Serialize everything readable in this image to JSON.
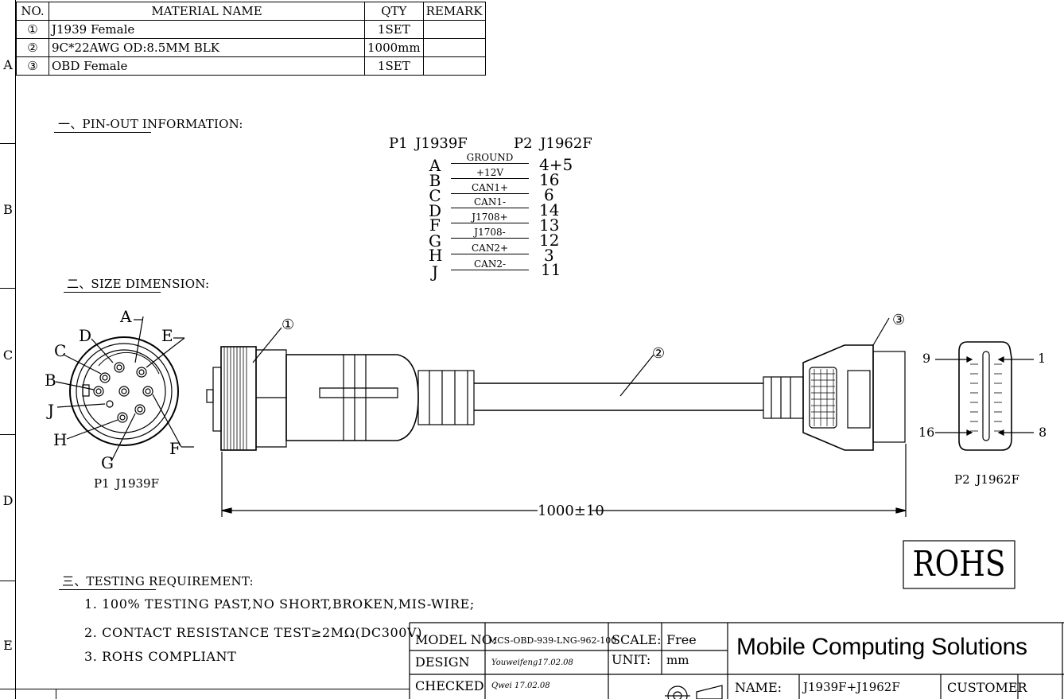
{
  "bom": {
    "headers": [
      "NO.",
      "MATERIAL NAME",
      "QTY",
      "REMARK"
    ],
    "rows": [
      {
        "no": "①",
        "name": "J1939 Female",
        "qty": "1SET",
        "remark": ""
      },
      {
        "no": "②",
        "name": "9C*22AWG OD:8.5MM BLK",
        "qty": "1000mm",
        "remark": ""
      },
      {
        "no": "③",
        "name": "OBD Female",
        "qty": "1SET",
        "remark": ""
      }
    ]
  },
  "zones": [
    "A",
    "B",
    "C",
    "D",
    "E"
  ],
  "pinout": {
    "heading": "一、PIN-OUT INFORMATION:",
    "p1_title": "P1 J1939F",
    "p2_title": "P2 J1962F",
    "rows": [
      {
        "p1": "A",
        "signal": "GROUND",
        "p2": "4+5"
      },
      {
        "p1": "B",
        "signal": "+12V",
        "p2": "16"
      },
      {
        "p1": "C",
        "signal": "CAN1+",
        "p2": "6"
      },
      {
        "p1": "D",
        "signal": "CAN1-",
        "p2": "14"
      },
      {
        "p1": "F",
        "signal": "J1708+",
        "p2": "13"
      },
      {
        "p1": "G",
        "signal": "J1708-",
        "p2": "12"
      },
      {
        "p1": "H",
        "signal": "CAN2+",
        "p2": "3"
      },
      {
        "p1": "J",
        "signal": "CAN2-",
        "p2": "11"
      }
    ]
  },
  "size": {
    "heading": "二、SIZE DIMENSION:",
    "p1_labels": {
      "A": "A",
      "B": "B",
      "C": "C",
      "D": "D",
      "E": "E",
      "F": "F",
      "G": "G",
      "H": "H",
      "J": "J"
    },
    "p1_caption": "P1 J1939F",
    "p2_caption": "P2 J1962F",
    "p2_pins": {
      "tl": "9",
      "tr": "1",
      "bl": "16",
      "br": "8"
    },
    "callouts": {
      "c1": "①",
      "c2": "②",
      "c3": "③"
    },
    "dimension": "1000±10"
  },
  "rohs": "ROHS",
  "testing": {
    "heading": "三、TESTING REQUIREMENT:",
    "items": [
      "1. 100% TESTING PAST,NO SHORT,BROKEN,MIS-WIRE;",
      "2. CONTACT RESISTANCE TEST≥2MΩ(DC300V)",
      "3. ROHS COMPLIANT"
    ]
  },
  "titleblock": {
    "model_label": "MODEL NO:",
    "model_value": "MCS-OBD-939-LNG-962-100",
    "scale_label": "SCALE:",
    "scale_value": "Free",
    "design_label": "DESIGN",
    "design_sign": "Youweifeng17.02.08",
    "unit_label": "UNIT:",
    "unit_value": "mm",
    "checked_label": "CHECKED",
    "checked_sign": "Qwei 17.02.08",
    "company": "Mobile Computing Solutions",
    "name_label": "NAME:",
    "name_value": "J1939F+J1962F",
    "customer_label": "CUSTOMER"
  }
}
